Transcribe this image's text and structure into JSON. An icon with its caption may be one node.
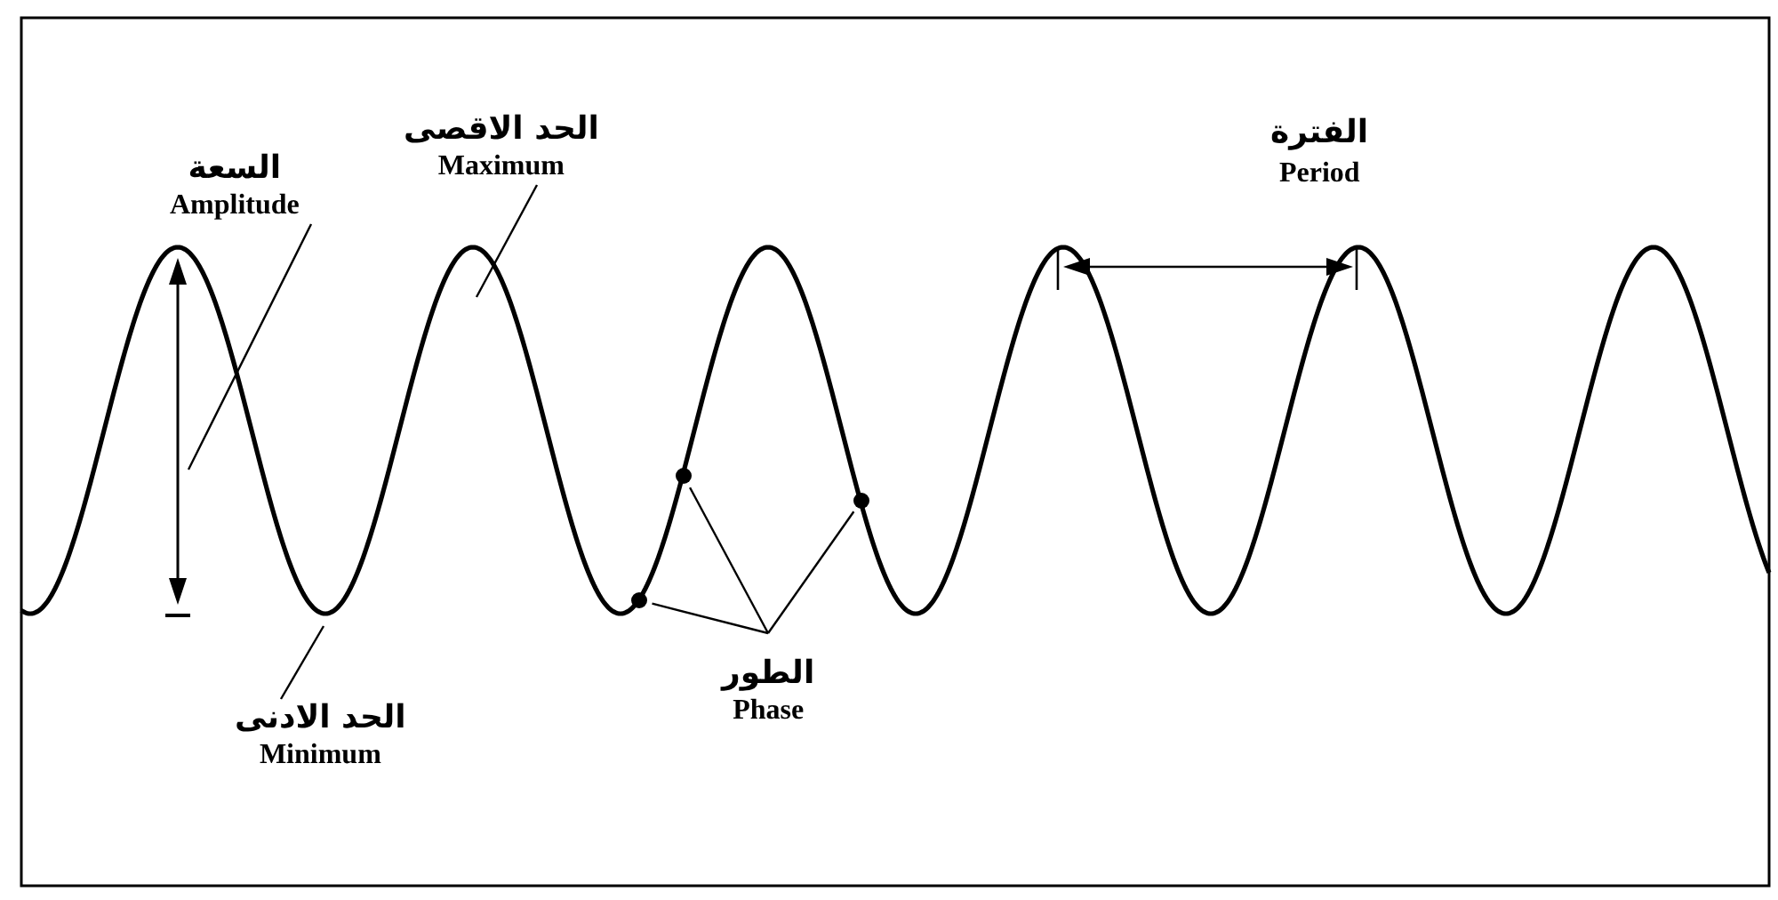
{
  "diagram": {
    "nodes": [
      {
        "text": [
          "السعة",
          "Amplitude"
        ]
      },
      {
        "text": [
          "الحد الاقصى",
          "Maximum"
        ]
      },
      {
        "text": [
          "الحد الادنى",
          "Minimum"
        ]
      },
      {
        "text": [
          "الطور",
          "Phase"
        ]
      },
      {
        "text": [],
        "shape": "circle"
      },
      {
        "text": [],
        "shape": "circle"
      },
      {
        "text": [],
        "shape": "circle"
      }
    ],
    "edges": [
      {
        "from": 0,
        "to": null,
        "arrow": "none"
      },
      {
        "from": 1,
        "to": null,
        "arrow": "none"
      },
      {
        "from": 2,
        "to": null,
        "arrow": "none"
      },
      {
        "from": 3,
        "to": 4,
        "arrow": "none"
      },
      {
        "from": 3,
        "to": 5,
        "arrow": "none"
      },
      {
        "from": 3,
        "to": 6,
        "arrow": "none"
      }
    ],
    "labels": [
      "الفترة",
      "Period"
    ]
  }
}
